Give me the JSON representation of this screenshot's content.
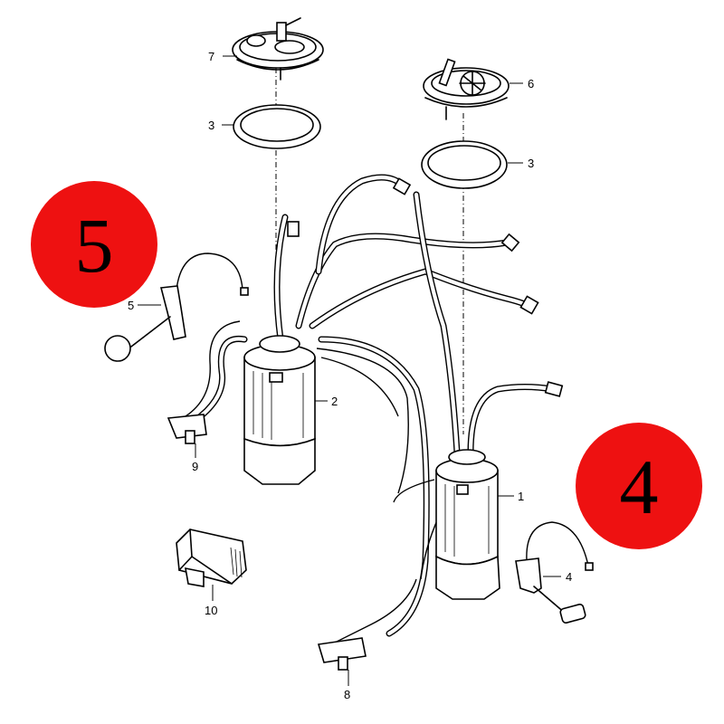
{
  "badges": [
    {
      "label": "5",
      "color": "#ee1111"
    },
    {
      "label": "4",
      "color": "#ee1111"
    }
  ],
  "parts": {
    "p1": "1",
    "p2": "2",
    "p3a": "3",
    "p3b": "3",
    "p4": "4",
    "p5": "5",
    "p6": "6",
    "p7": "7",
    "p8": "8",
    "p9": "9",
    "p10": "10"
  }
}
